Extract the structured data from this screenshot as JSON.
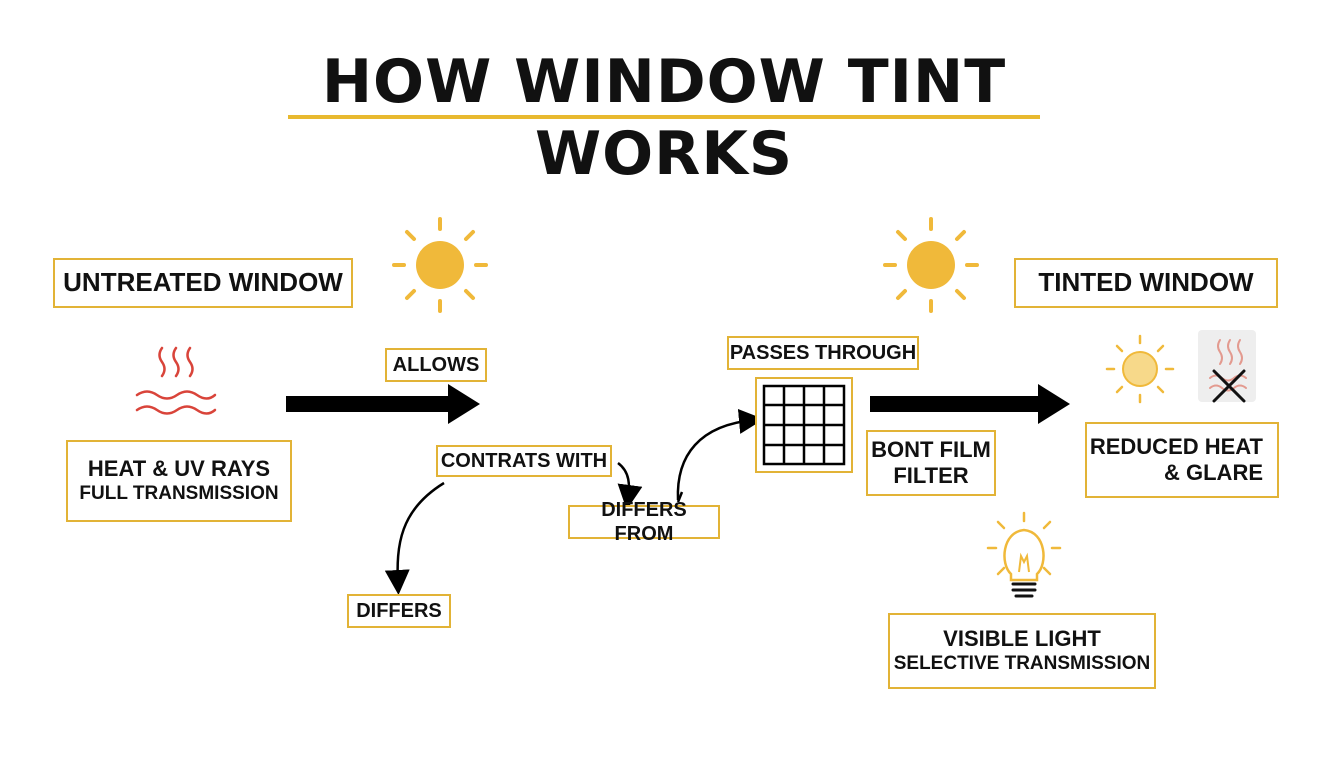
{
  "title": "HOW WINDOW TINT WORKS",
  "colors": {
    "accent": "#e2b336",
    "sun": "#f0b93a",
    "heat": "#d9443a",
    "arrow": "#000000"
  },
  "untreated": {
    "label": "UNTREATED WINDOW"
  },
  "tinted": {
    "label": "TINTED WINDOW"
  },
  "heat_uv": {
    "line1": "HEAT & UV RAYS",
    "line2": "FULL TRANSMISSION"
  },
  "allows": "ALLOWS",
  "contrasts": "CONTRATS WITH",
  "differs": "DIFFERS",
  "differs_from": "DIFFERS FROM",
  "passes_through": "PASSES THROUGH",
  "film_filter": {
    "line1": "BONT FILM",
    "line2": "FILTER"
  },
  "reduced": {
    "line1": "REDUCED HEAT",
    "line2": "& GLARE"
  },
  "visible_light": {
    "line1": "VISIBLE LIGHT",
    "line2": "SELECTIVE TRANSMISSION"
  },
  "icons": [
    "sun-icon",
    "heat-waves-icon",
    "film-grid-icon",
    "reduced-sun-icon",
    "blocked-heat-icon",
    "light-bulb-icon"
  ]
}
